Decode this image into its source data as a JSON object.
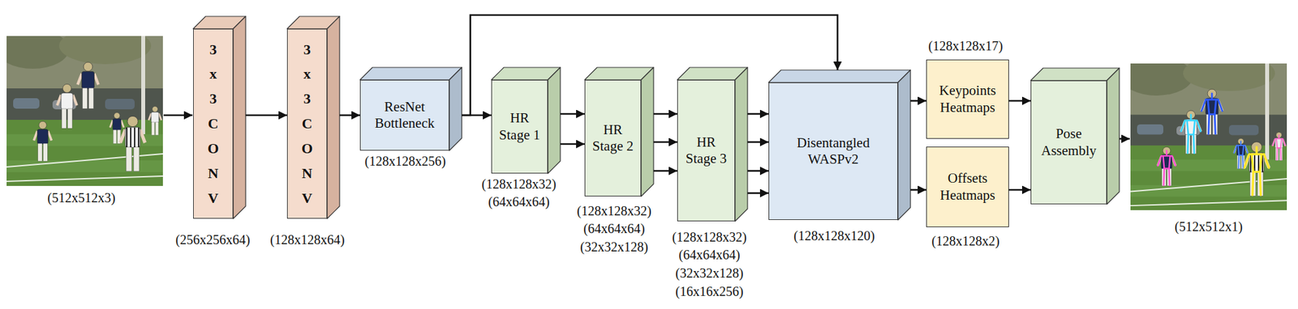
{
  "diagram": {
    "nodes": [
      {
        "text": [
          "3 x 3 C O N V"
        ]
      },
      {
        "text": [
          "3 x 3 C O N V"
        ]
      },
      {
        "text": [
          "ResNet Bottleneck"
        ]
      },
      {
        "text": [
          "HR Stage 1"
        ]
      },
      {
        "text": [
          "HR Stage 2"
        ]
      },
      {
        "text": [
          "HR Stage 3"
        ]
      },
      {
        "text": [
          "Disentangled WASPv2"
        ]
      },
      {
        "text": [
          "Keypoints Heatmaps"
        ]
      },
      {
        "text": [
          "Offsets Heatmaps"
        ]
      },
      {
        "text": [
          "Pose Assembly"
        ]
      }
    ],
    "edges": [
      {
        "from": 0,
        "to": 1,
        "arrow": "to"
      },
      {
        "from": 1,
        "to": 2,
        "arrow": "to"
      },
      {
        "from": 2,
        "to": 3,
        "arrow": "to"
      },
      {
        "from": 2,
        "to": 6,
        "arrow": "to"
      },
      {
        "from": 3,
        "to": 4,
        "arrow": "to"
      },
      {
        "from": 3,
        "to": 4,
        "arrow": "to"
      },
      {
        "from": 4,
        "to": 5,
        "arrow": "to"
      },
      {
        "from": 4,
        "to": 5,
        "arrow": "to"
      },
      {
        "from": 4,
        "to": 5,
        "arrow": "to"
      },
      {
        "from": 5,
        "to": 6,
        "arrow": "to"
      },
      {
        "from": 5,
        "to": 6,
        "arrow": "to"
      },
      {
        "from": 5,
        "to": 6,
        "arrow": "to"
      },
      {
        "from": 5,
        "to": 6,
        "arrow": "to"
      },
      {
        "from": 6,
        "to": 7,
        "arrow": "to"
      },
      {
        "from": 6,
        "to": 8,
        "arrow": "to"
      },
      {
        "from": 7,
        "to": 9,
        "arrow": "to"
      },
      {
        "from": 8,
        "to": 9,
        "arrow": "to"
      }
    ],
    "labels": [
      "(512x512x3)",
      "(256x256x64)",
      "(128x128x64)",
      "(128x128x256)",
      "(128x128x32)",
      "(64x64x64)",
      "(128x128x32)",
      "(64x64x64)",
      "(32x32x128)",
      "(128x128x32)",
      "(64x64x64)",
      "(32x32x128)",
      "(16x16x256)",
      "(128x128x120)",
      "(128x128x17)",
      "(128x128x2)",
      "(512x512x1)"
    ]
  }
}
